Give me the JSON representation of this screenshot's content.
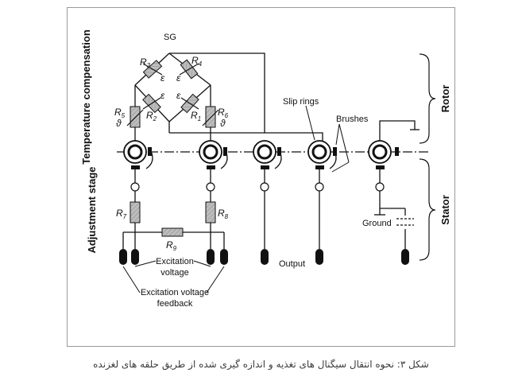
{
  "labels": {
    "sg": "SG",
    "temperature_compensation": "Temperature compensation",
    "adjustment_stage": "Adjustment stage",
    "rotor": "Rotor",
    "stator": "Stator",
    "slip_rings": "Slip rings",
    "brushes": "Brushes",
    "ground": "Ground",
    "output": "Output",
    "excitation_voltage_1": "Excitation",
    "excitation_voltage_2": "voltage",
    "excitation_feedback_1": "Excitation voltage",
    "excitation_feedback_2": "feedback",
    "strain_symbol": "ε",
    "theta_symbol": "ϑ"
  },
  "resistors": {
    "r1": {
      "letter": "R",
      "sub": "1"
    },
    "r2": {
      "letter": "R",
      "sub": "2"
    },
    "r3": {
      "letter": "R",
      "sub": "3"
    },
    "r4": {
      "letter": "R",
      "sub": "4"
    },
    "r5": {
      "letter": "R",
      "sub": "5"
    },
    "r6": {
      "letter": "R",
      "sub": "6"
    },
    "r7": {
      "letter": "R",
      "sub": "7"
    },
    "r8": {
      "letter": "R",
      "sub": "8"
    },
    "r9": {
      "letter": "R",
      "sub": "9"
    }
  },
  "caption": "شکل ۳: نحوه انتقال سیگنال های تغذیه و اندازه گیری شده از طریق حلقه های لغزنده"
}
